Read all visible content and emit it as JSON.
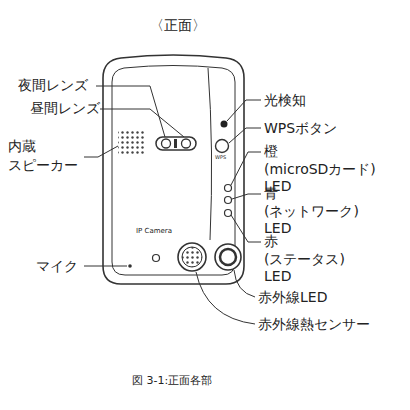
{
  "diagram": {
    "title": "〈正面〉",
    "caption": "図 3-1:正面各部",
    "labels": [
      "夜間レンズ",
      "昼間レンズ",
      "内蔵 スピーカー",
      "光検知",
      "WPSボタン",
      "WPS",
      "橙(microSDカード) LED",
      "青(ネットワーク) LED",
      "赤(ステータス) LED",
      "赤外線LED",
      "赤外線熱センサー",
      "マイク",
      "IP Camera"
    ]
  }
}
